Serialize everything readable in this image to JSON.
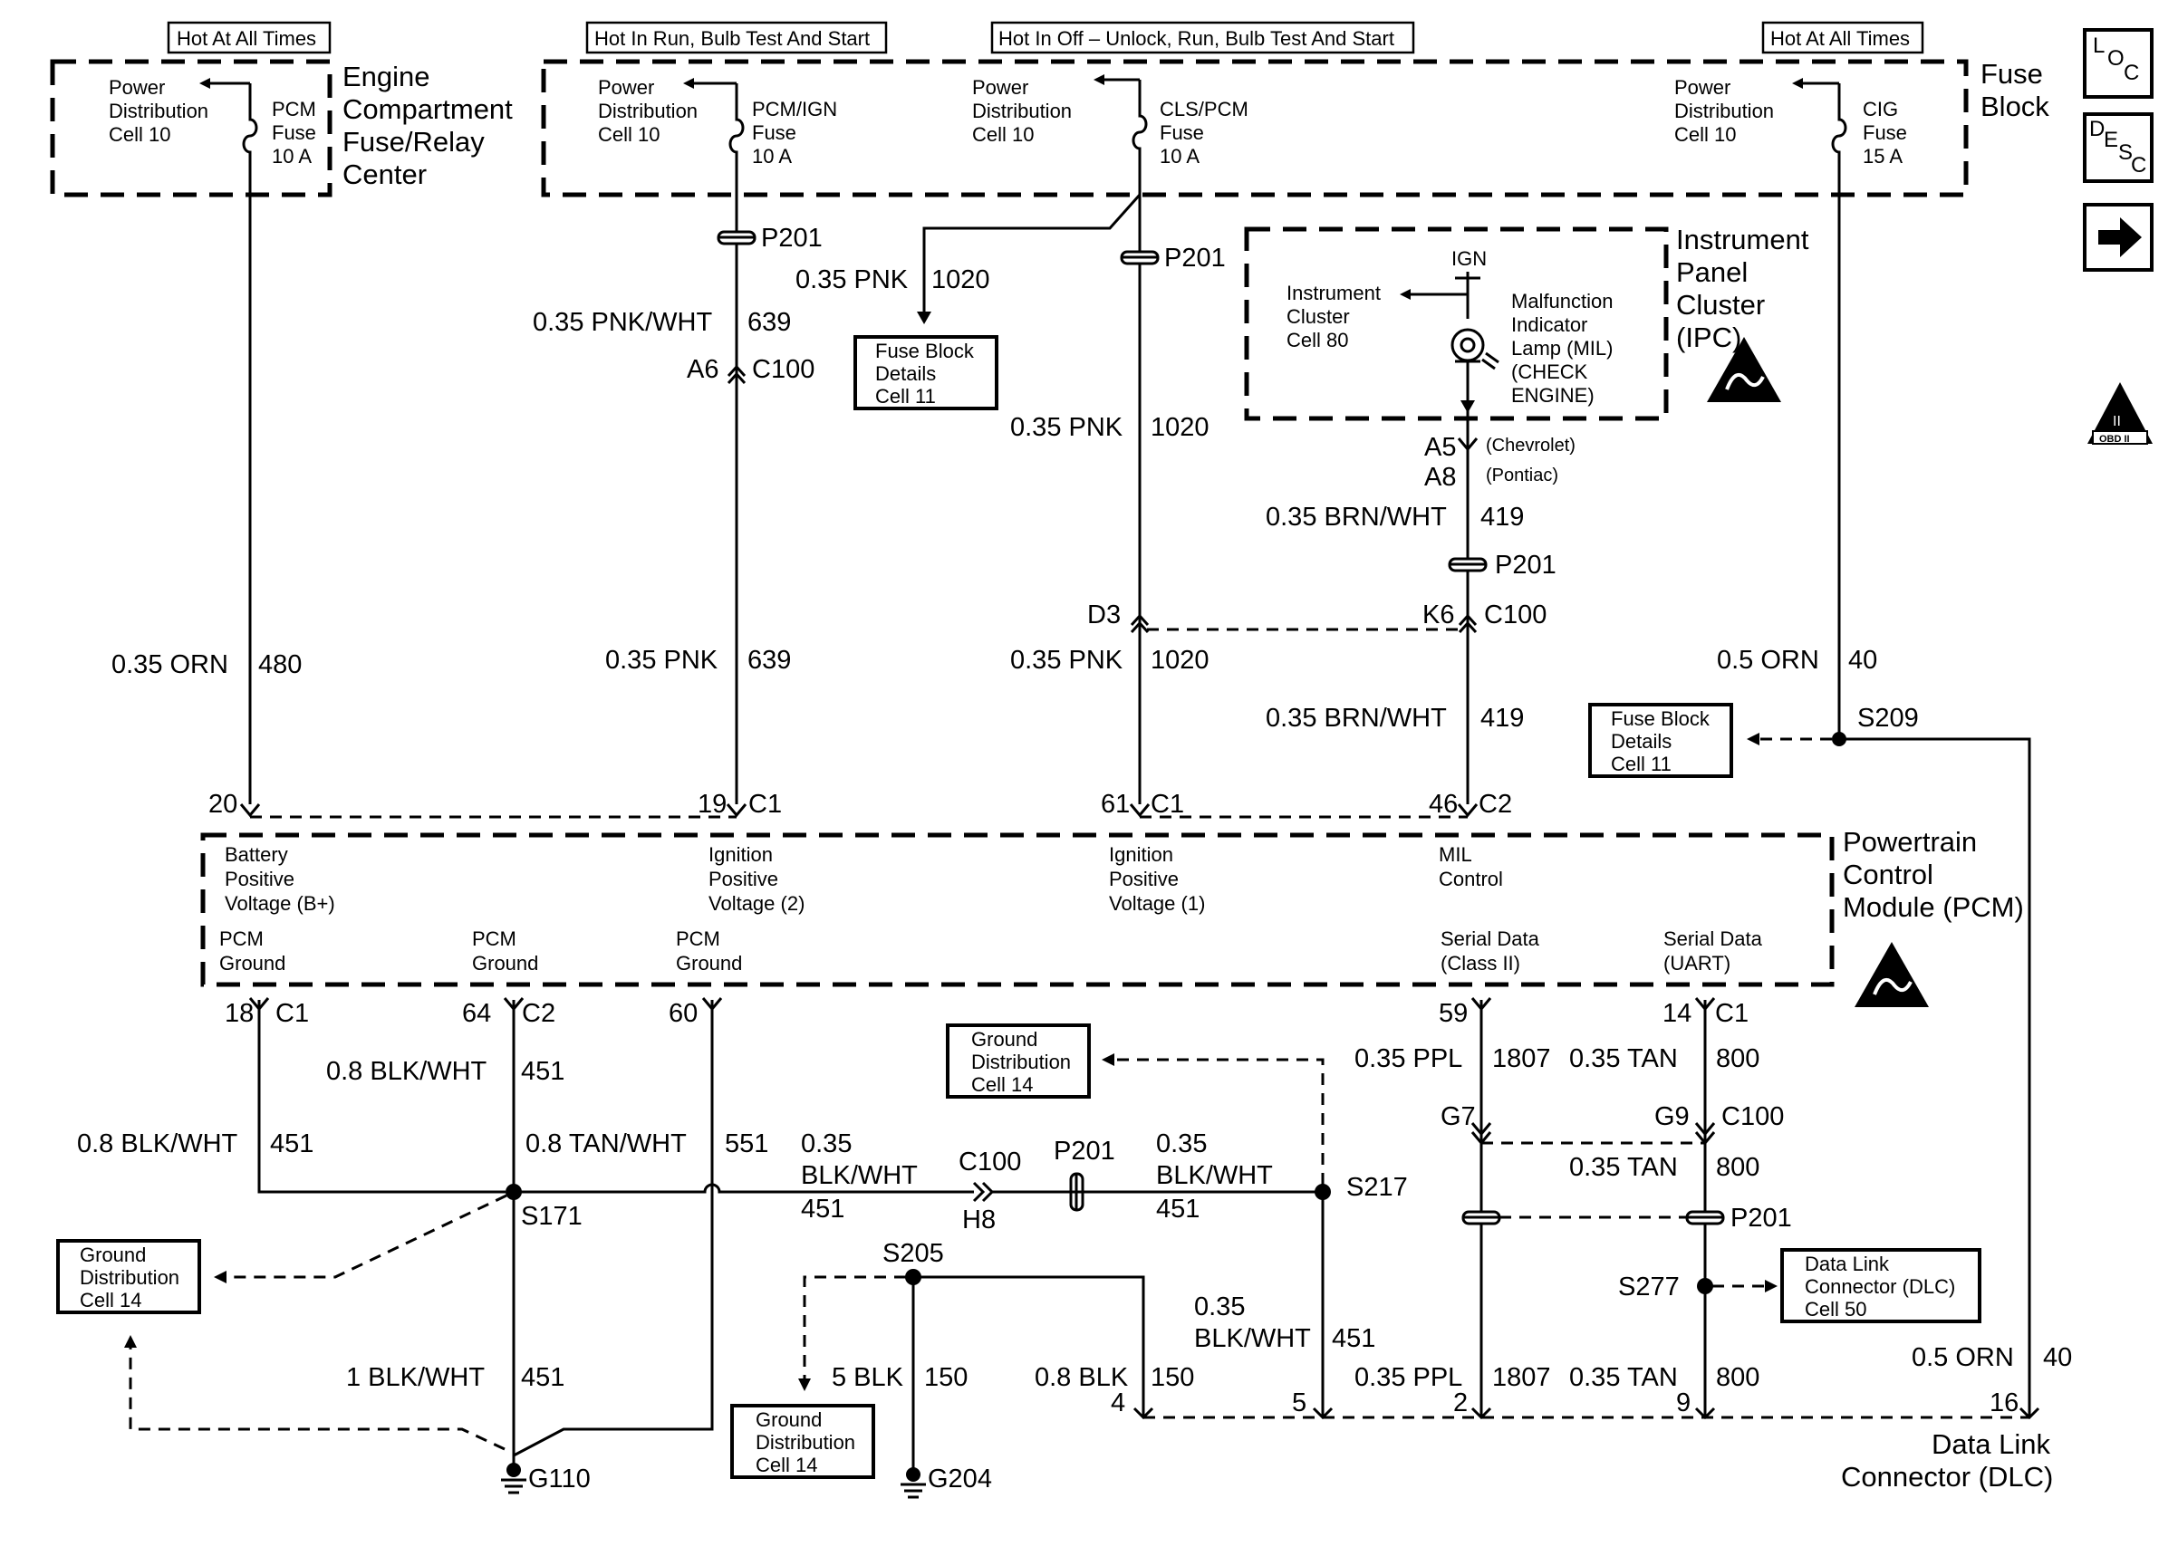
{
  "power_tags": {
    "t1": "Hot At All Times",
    "t2": "Hot In Run, Bulb Test And Start",
    "t3": "Hot In Off – Unlock, Run, Bulb Test And Start",
    "t4": "Hot At All Times"
  },
  "components": {
    "ecfrc": [
      "Engine",
      "Compartment",
      "Fuse/Relay",
      "Center"
    ],
    "fuse_block": [
      "Fuse",
      "Block"
    ],
    "ipc": [
      "Instrument",
      "Panel",
      "Cluster",
      "(IPC)"
    ],
    "pcm": [
      "Powertrain",
      "Control",
      "Module (PCM)"
    ],
    "dlc": [
      "Data Link",
      "Connector (DLC)"
    ]
  },
  "power_dist": [
    "Power",
    "Distribution",
    "Cell 10"
  ],
  "fuses": {
    "pcm": [
      "PCM",
      "Fuse",
      "10 A"
    ],
    "pcm_ign": [
      "PCM/IGN",
      "Fuse",
      "10 A"
    ],
    "cls_pcm": [
      "CLS/PCM",
      "Fuse",
      "10 A"
    ],
    "cig": [
      "CIG",
      "Fuse",
      "15 A"
    ]
  },
  "ref_boxes": {
    "fbd": [
      "Fuse Block",
      "Details",
      "Cell 11"
    ],
    "fbd2": [
      "Fuse Block",
      "Details",
      "Cell 11"
    ],
    "gd": [
      "Ground",
      "Distribution",
      "Cell 14"
    ],
    "dlc": [
      "Data Link",
      "Connector (DLC)",
      "Cell 50"
    ]
  },
  "ipc_inner": {
    "ign": "IGN",
    "ic_ref": [
      "Instrument",
      "Cluster",
      "Cell 80"
    ],
    "mil": [
      "Malfunction",
      "Indicator",
      "Lamp (MIL)",
      "(CHECK",
      "ENGINE)"
    ],
    "chevrolet": "(Chevrolet)",
    "pontiac": "(Pontiac)"
  },
  "pcm_pins": {
    "bplus": [
      "Battery",
      "Positive",
      "Voltage (B+)"
    ],
    "ign2": [
      "Ignition",
      "Positive",
      "Voltage (2)"
    ],
    "ign1": [
      "Ignition",
      "Positive",
      "Voltage (1)"
    ],
    "mil": [
      "MIL",
      "Control"
    ],
    "gnd": [
      "PCM",
      "Ground"
    ],
    "serial2": [
      "Serial Data",
      "(Class II)"
    ],
    "uart": [
      "Serial Data",
      "(UART)"
    ]
  },
  "wires": {
    "w480": {
      "size": "0.35 ORN",
      "circuit": "480"
    },
    "w639a": {
      "size": "0.35 PNK/WHT",
      "circuit": "639"
    },
    "w639b": {
      "size": "0.35 PNK",
      "circuit": "639"
    },
    "w1020a": {
      "size": "0.35 PNK",
      "circuit": "1020"
    },
    "w1020b": {
      "size": "0.35 PNK",
      "circuit": "1020"
    },
    "w1020c": {
      "size": "0.35 PNK",
      "circuit": "1020"
    },
    "w419a": {
      "size": "0.35 BRN/WHT",
      "circuit": "419"
    },
    "w419b": {
      "size": "0.35 BRN/WHT",
      "circuit": "419"
    },
    "w40a": {
      "size": "0.5 ORN",
      "circuit": "40"
    },
    "w40b": {
      "size": "0.5 ORN",
      "circuit": "40"
    },
    "w451a": {
      "size": "0.8 BLK/WHT",
      "circuit": "451"
    },
    "w451b": {
      "size": "0.8 BLK/WHT",
      "circuit": "451"
    },
    "w551": {
      "size": "0.8 TAN/WHT",
      "circuit": "551"
    },
    "w451c": {
      "size1": "0.35",
      "size2": "BLK/WHT",
      "circuit": "451"
    },
    "w451d": {
      "size1": "0.35",
      "size2": "BLK/WHT",
      "circuit": "451"
    },
    "w451e": {
      "size1": "0.35",
      "size2": "BLK/WHT",
      "circuit": "451"
    },
    "w451f": {
      "size": "1 BLK/WHT",
      "circuit": "451"
    },
    "w150a": {
      "size": "5 BLK",
      "circuit": "150"
    },
    "w150b": {
      "size": "0.8 BLK",
      "circuit": "150"
    },
    "w1807a": {
      "size": "0.35 PPL",
      "circuit": "1807"
    },
    "w1807b": {
      "size": "0.35 PPL",
      "circuit": "1807"
    },
    "w800a": {
      "size": "0.35 TAN",
      "circuit": "800"
    },
    "w800b": {
      "size": "0.35 TAN",
      "circuit": "800"
    },
    "w800c": {
      "size": "0.35 TAN",
      "circuit": "800"
    }
  },
  "connectors": {
    "p201": "P201",
    "a6": "A6",
    "c100": "C100",
    "d3": "D3",
    "k6": "K6",
    "a5": "A5",
    "a8": "A8",
    "g7": "G7",
    "g9": "G9",
    "h8": "H8",
    "c1": "C1",
    "c2": "C2"
  },
  "pins": {
    "p20": "20",
    "p19": "19",
    "p61": "61",
    "p46": "46",
    "p18": "18",
    "p64": "64",
    "p60": "60",
    "p59": "59",
    "p14": "14",
    "d4": "4",
    "d5": "5",
    "d2": "2",
    "d9": "9",
    "d16": "16"
  },
  "splices": {
    "s209": "S209",
    "s171": "S171",
    "s217": "S217",
    "s205": "S205",
    "s277": "S277"
  },
  "grounds": {
    "g110": "G110",
    "g204": "G204"
  },
  "side_icons": {
    "loc": {
      "a": "L",
      "b": "O",
      "c": "C"
    },
    "desc": {
      "a": "D",
      "b": "E",
      "c": "S",
      "d": "C"
    },
    "obd": "OBD II",
    "obd_roman": "II"
  }
}
